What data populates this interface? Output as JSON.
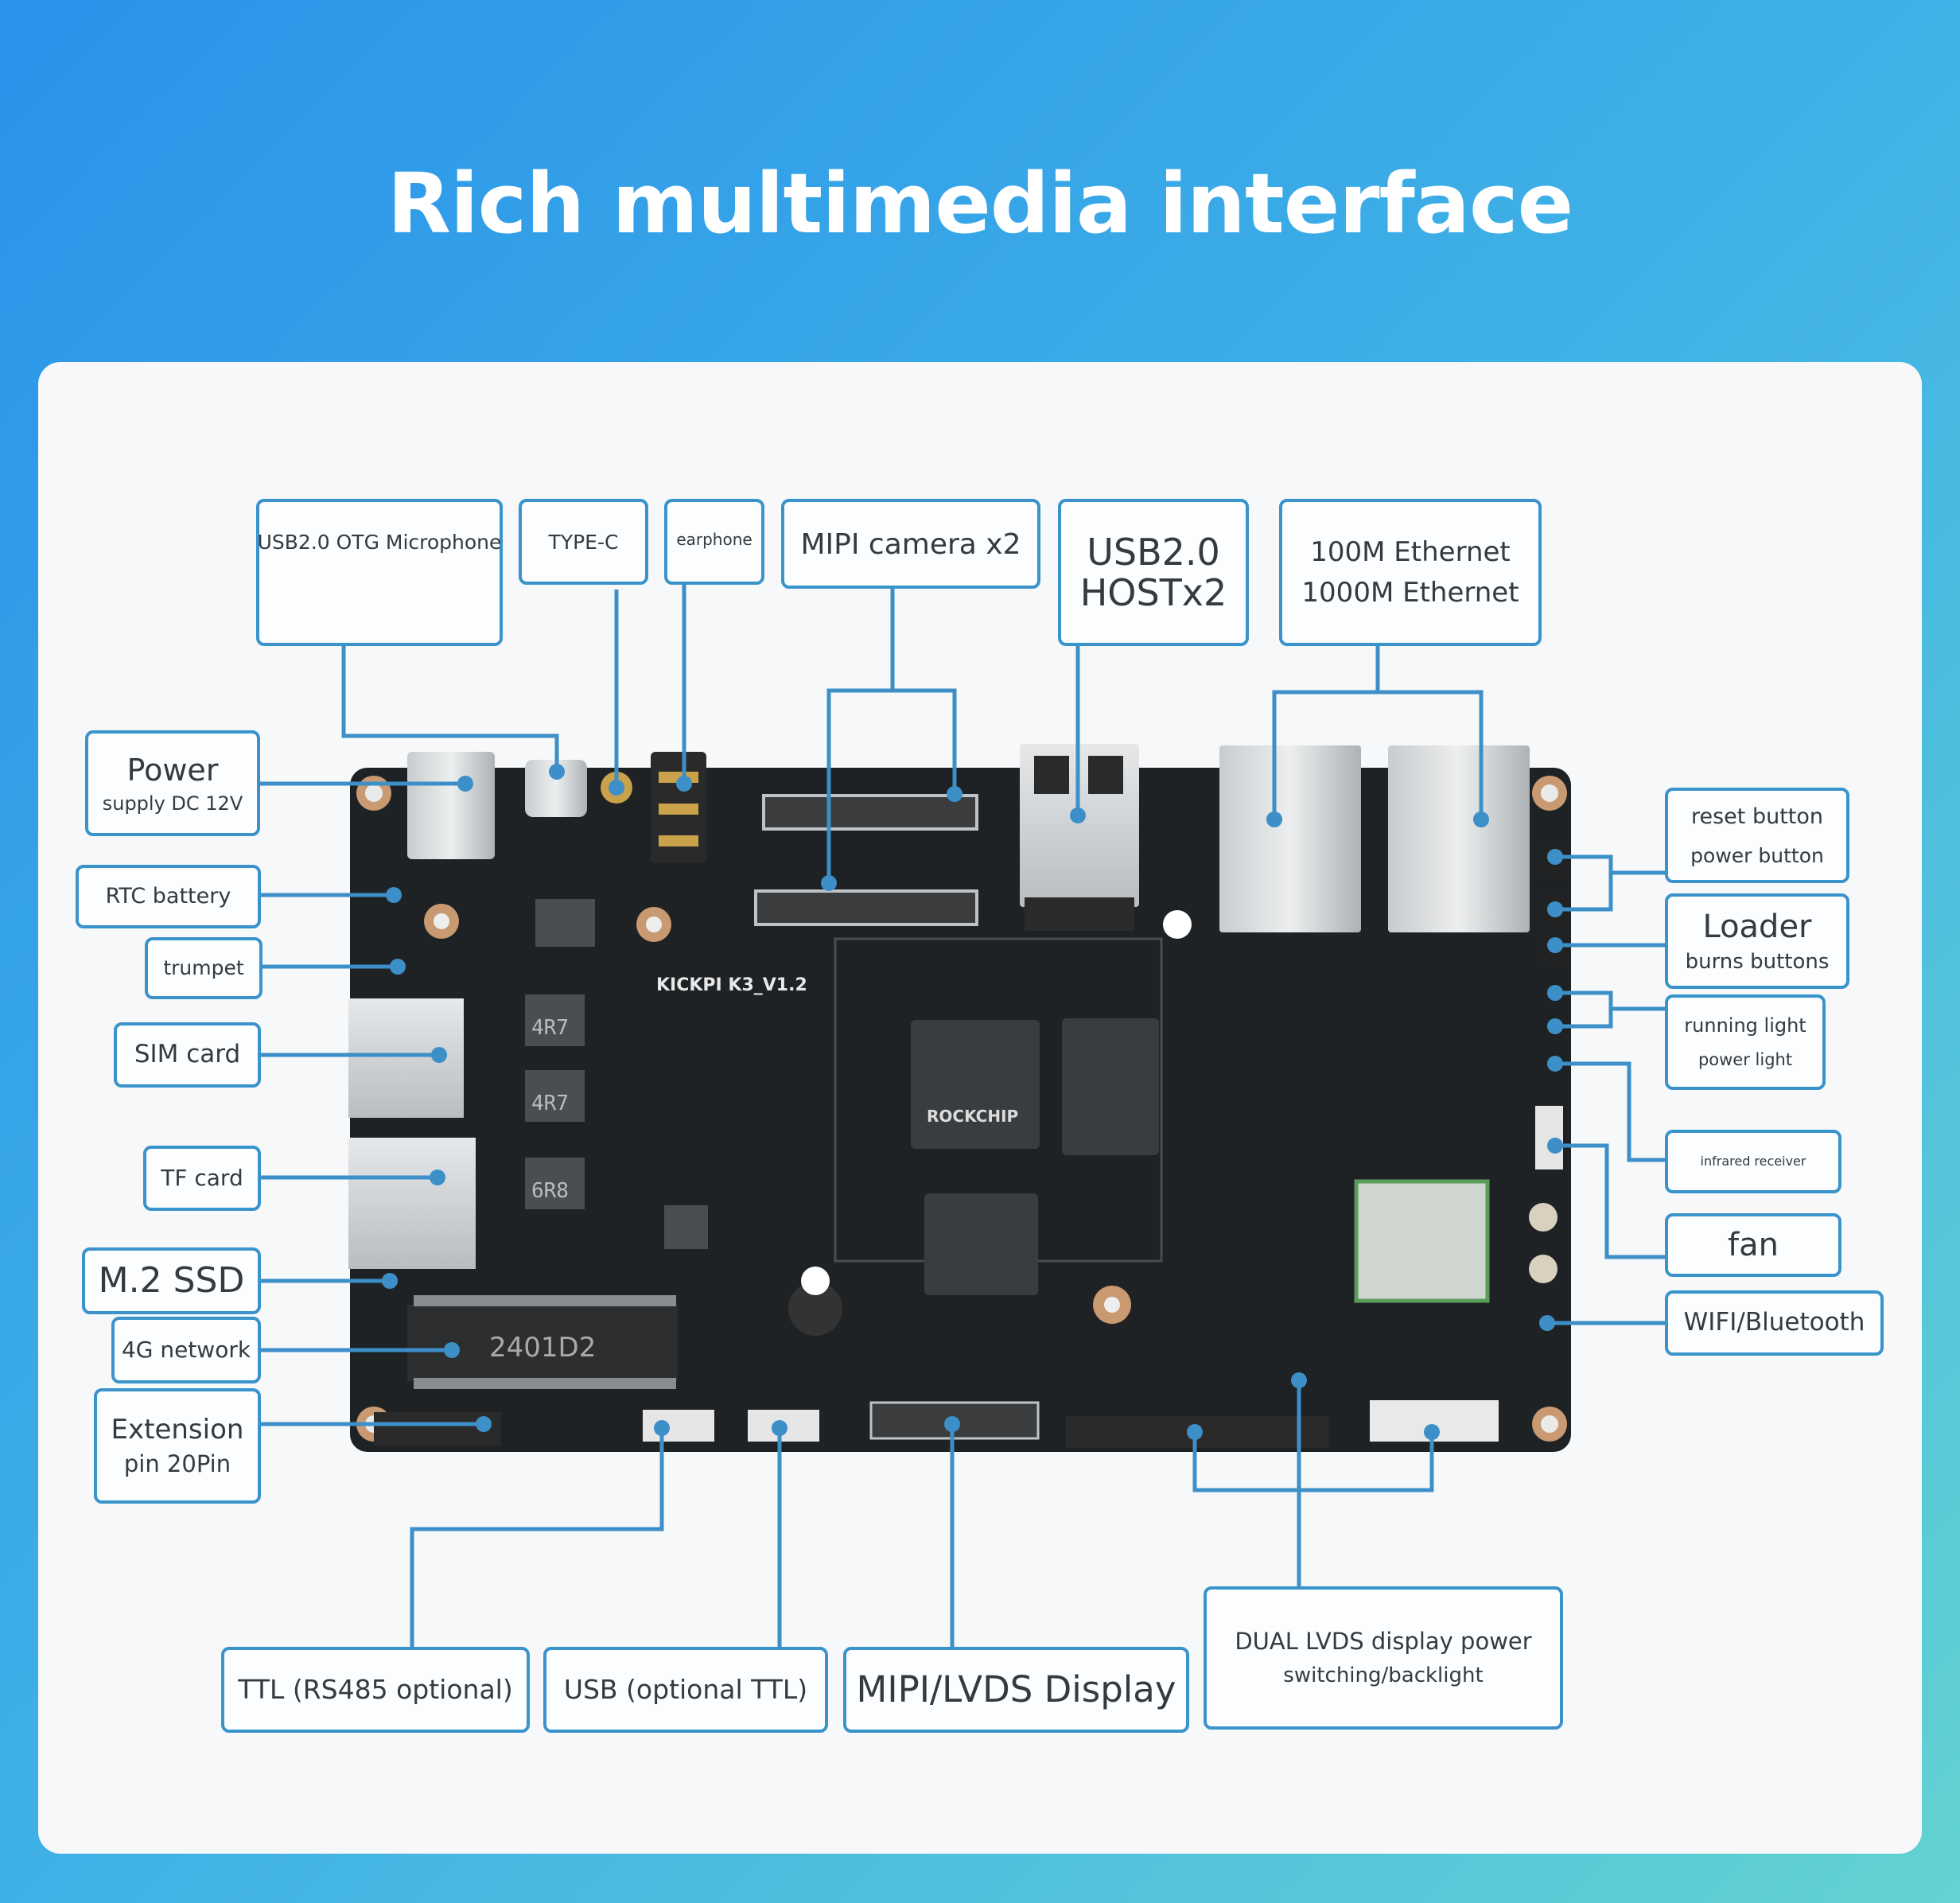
{
  "title": "Rich multimedia interface",
  "board": {
    "model": "KICKPI K3_V1.2",
    "ssd_marking": "2401D2",
    "inductors": [
      "4R7",
      "4R7",
      "6R8"
    ],
    "chip_brand": "ROCKCHIP"
  },
  "labels": {
    "usb_otg": "USB2.0 OTG Microphone",
    "type_c": "TYPE-C",
    "earphone": "earphone",
    "mipi_camera": "MIPI camera x2",
    "usb_host_l1": "USB2.0",
    "usb_host_l2": "HOSTx2",
    "eth_l1": "100M Ethernet",
    "eth_l2": "1000M Ethernet",
    "power_l1": "Power",
    "power_l2": "supply DC 12V",
    "rtc": "RTC battery",
    "trumpet": "trumpet",
    "sim": "SIM card",
    "tf": "TF card",
    "m2": "M.2 SSD",
    "net4g": "4G network",
    "ext_l1": "Extension",
    "ext_l2": "pin 20Pin",
    "ttl": "TTL (RS485 optional)",
    "usb_ttl": "USB (optional TTL)",
    "mipi_display": "MIPI/LVDS Display",
    "lvds_l1": "DUAL LVDS display power",
    "lvds_l2": "switching/backlight",
    "reset": "reset button",
    "power_btn": "power button",
    "loader_l1": "Loader",
    "loader_l2": "burns buttons",
    "run_light": "running light",
    "power_light": "power light",
    "ir": "infrared receiver",
    "fan": "fan",
    "wifi": "WIFI/Bluetooth"
  },
  "colors": {
    "accent": "#3b93cc",
    "board": "#1f2224",
    "leader": "#3d8fc8"
  }
}
